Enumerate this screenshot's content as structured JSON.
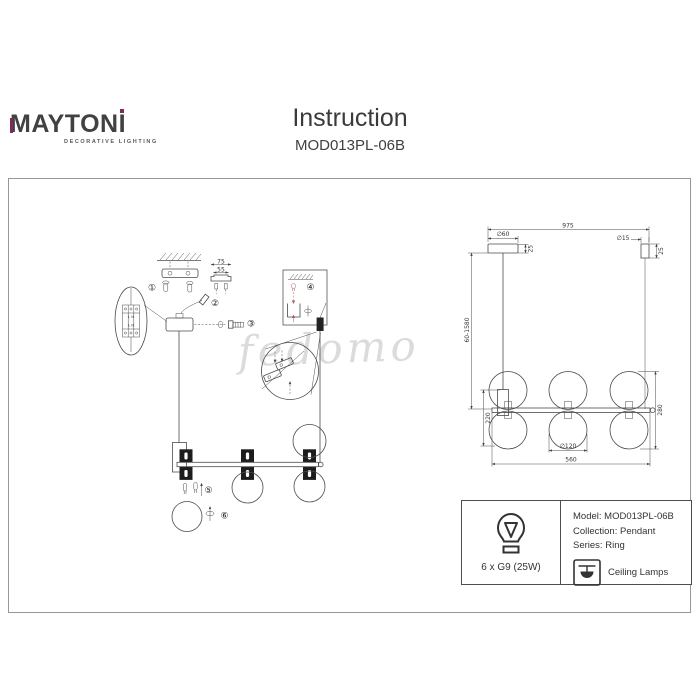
{
  "header": {
    "logo_text_main": "MAYTON",
    "logo_text_i": "I",
    "logo_tagline": "DECORATIVE LIGHTING",
    "title": "Instruction",
    "model": "MOD013PL-06B",
    "brand_color": "#7e2a5c"
  },
  "watermark": "fedomo",
  "assembly": {
    "steps": [
      "①",
      "②",
      "③",
      "④",
      "⑤",
      "⑥"
    ],
    "bracket_width": "75",
    "bracket_hole_spacing": "55",
    "terminal_top": "L N",
    "terminal_bottom": "L N"
  },
  "front_view": {
    "overall_width": "975",
    "canopy_diameter": "∅60",
    "canopy_height": "25",
    "cable_grip_diameter": "∅15",
    "cable_grip_height": "25",
    "suspension_height_range": "60-1580",
    "body_left_height": "220",
    "body_right_height": "280",
    "globe_diameter": "∅120",
    "body_width": "560"
  },
  "spec_panel": {
    "lamp_count_caption": "6 x G9 (25W)",
    "model_label": "Model:",
    "model_value": "MOD013PL-06B",
    "collection_label": "Collection:",
    "collection_value": "Pendant",
    "series_label": "Series:",
    "series_value": "Ring",
    "category_label": "Ceiling Lamps"
  }
}
